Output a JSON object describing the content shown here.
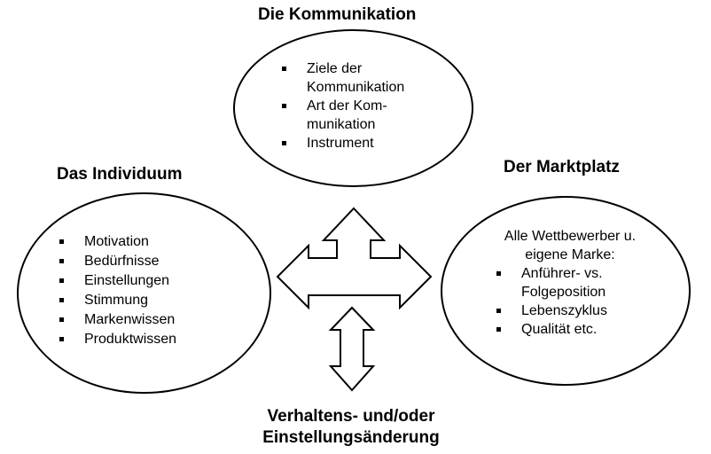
{
  "headings": {
    "top": "Die Kommunikation",
    "left": "Das Individuum",
    "right": "Der Marktplatz",
    "bottom": [
      "Verhaltens- und/oder",
      "Einstellungsänderung"
    ]
  },
  "kommunikation": {
    "items": [
      [
        "Ziele der",
        "Kommunikation"
      ],
      [
        "Art der Kom-",
        "munikation"
      ],
      [
        "Instrument"
      ]
    ]
  },
  "individuum": {
    "items": [
      "Motivation",
      "Bedürfnisse",
      "Einstellungen",
      "Stimmung",
      "Markenwissen",
      "Produktwissen"
    ]
  },
  "marktplatz": {
    "lead": [
      "Alle Wettbewerber u.",
      "eigene Marke:"
    ],
    "items": [
      [
        "Anführer- vs.",
        "Folgeposition"
      ],
      [
        "Lebenszyklus"
      ],
      [
        "Qualität etc."
      ]
    ]
  }
}
